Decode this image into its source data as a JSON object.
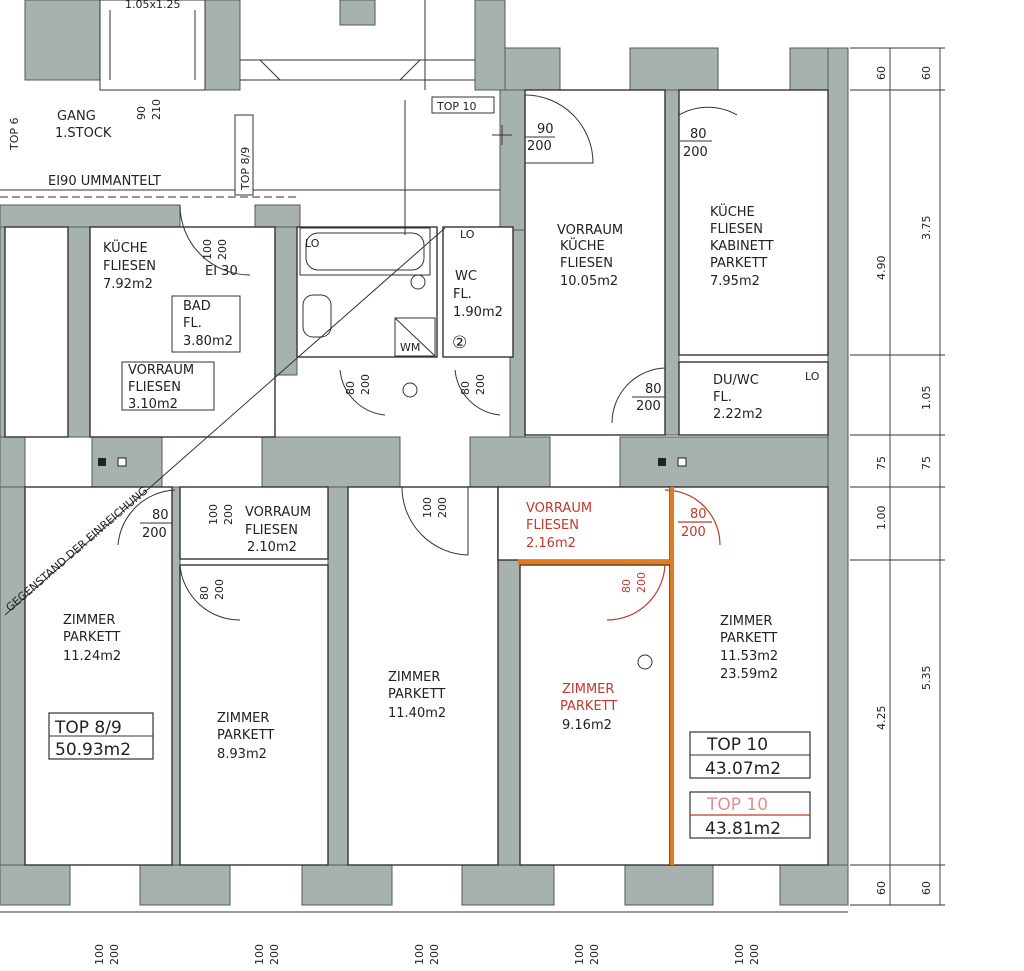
{
  "header": {
    "window_dim": "1.05x1.25",
    "top6": "TOP 6",
    "door_top_left_w": "90",
    "door_top_left_h": "210",
    "gang": "GANG",
    "stock": "1.STOCK",
    "ei90": "EI90 UMMANTELT",
    "top89_vertical": "TOP 8/9",
    "top10_small": "TOP 10",
    "ei30": "EI 30"
  },
  "rooms": {
    "kueche1": {
      "name": "KÜCHE",
      "floor": "FLIESEN",
      "area": "7.92m2"
    },
    "bad": {
      "name": "BAD",
      "floor": "FL.",
      "area": "3.80m2"
    },
    "vorraum1": {
      "name": "VORRAUM",
      "floor": "FLIESEN",
      "area": "3.10m2"
    },
    "wc1": {
      "name": "WC",
      "floor": "FL.",
      "area": "1.90m2"
    },
    "vorraum_kueche": {
      "name1": "VORRAUM",
      "name2": "KÜCHE",
      "floor": "FLIESEN",
      "area": "10.05m2"
    },
    "kueche2": {
      "name": "KÜCHE",
      "floor1": "FLIESEN",
      "name2": "KABINETT",
      "floor2": "PARKETT",
      "area": "7.95m2"
    },
    "duwc": {
      "name": "DU/WC",
      "floor": "FL.",
      "area": "2.22m2"
    },
    "vorraum2": {
      "name": "VORRAUM",
      "floor": "FLIESEN",
      "area": "2.10m2"
    },
    "vorraum3": {
      "name": "VORRAUM",
      "floor": "FLIESEN",
      "area": "2.16m2"
    },
    "zimmer1": {
      "name": "ZIMMER",
      "floor": "PARKETT",
      "area": "11.24m2"
    },
    "zimmer2": {
      "name": "ZIMMER",
      "floor": "PARKETT",
      "area": "8.93m2"
    },
    "zimmer3": {
      "name": "ZIMMER",
      "floor": "PARKETT",
      "area": "11.40m2"
    },
    "zimmer4": {
      "name": "ZIMMER",
      "floor": "PARKETT",
      "area": "9.16m2"
    },
    "zimmer5": {
      "name": "ZIMMER",
      "floor": "PARKETT",
      "area1": "11.53m2",
      "area2": "23.59m2"
    }
  },
  "units": {
    "top89": {
      "label": "TOP 8/9",
      "area": "50.93m2"
    },
    "top10a": {
      "label": "TOP 10",
      "area": "43.07m2"
    },
    "top10b": {
      "label": "TOP 10",
      "area": "43.81m2"
    }
  },
  "fixtures": {
    "lo": "LO",
    "wm": "WM",
    "circled_2": "②"
  },
  "doors": {
    "d90": "90",
    "d200": "200",
    "d80": "80",
    "d100": "100"
  },
  "dimensions_right": {
    "col1": [
      "60",
      "4.90",
      "75",
      "1.00",
      "4.25",
      "60"
    ],
    "col2": [
      "60",
      "3.75",
      "1.05",
      "75",
      "5.35",
      "60"
    ]
  },
  "dimensions_bottom": [
    {
      "w": "100",
      "h": "200"
    },
    {
      "w": "100",
      "h": "200"
    },
    {
      "w": "100",
      "h": "200"
    },
    {
      "w": "100",
      "h": "200"
    },
    {
      "w": "100",
      "h": "200"
    }
  ],
  "section_note": "GEGENSTAND DER EINREICHUNG",
  "colors": {
    "wall": "#a7b2ae",
    "accent_orange": "#e07b1f",
    "red_annotation": "#c0392b"
  }
}
